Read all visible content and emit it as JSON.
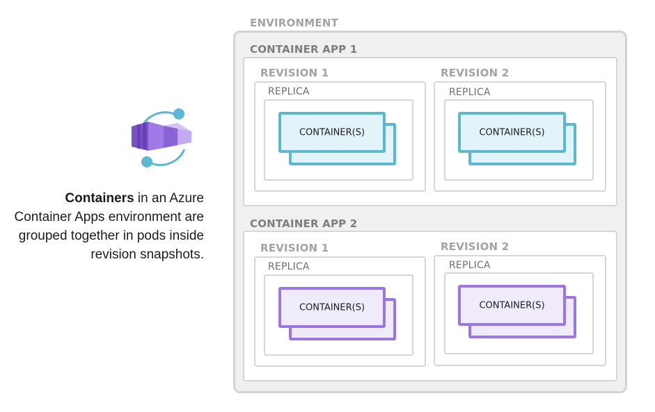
{
  "caption": {
    "bold": "Containers",
    "rest": " in an Azure Container Apps environment are grouped together in pods inside revision snapshots."
  },
  "environment": {
    "label": "ENVIRONMENT"
  },
  "colors": {
    "teal": "#5bb8d0",
    "teal_fill": "#e2f3f9",
    "purple": "#9b75e2",
    "purple_fill": "#f0ebfb"
  },
  "apps": [
    {
      "label": "CONTAINER APP 1",
      "theme": "teal",
      "revisions": [
        {
          "label": "REVISION 1",
          "replica": "REPLICA",
          "container": "CONTAINER(S)"
        },
        {
          "label": "REVISION 2",
          "replica": "REPLICA",
          "container": "CONTAINER(S)"
        }
      ]
    },
    {
      "label": "CONTAINER APP 2",
      "theme": "purple",
      "revisions": [
        {
          "label": "REVISION 1",
          "replica": "REPLICA",
          "container": "CONTAINER(S)"
        },
        {
          "label": "REVISION 2",
          "replica": "REPLICA",
          "container": "CONTAINER(S)"
        }
      ]
    }
  ]
}
